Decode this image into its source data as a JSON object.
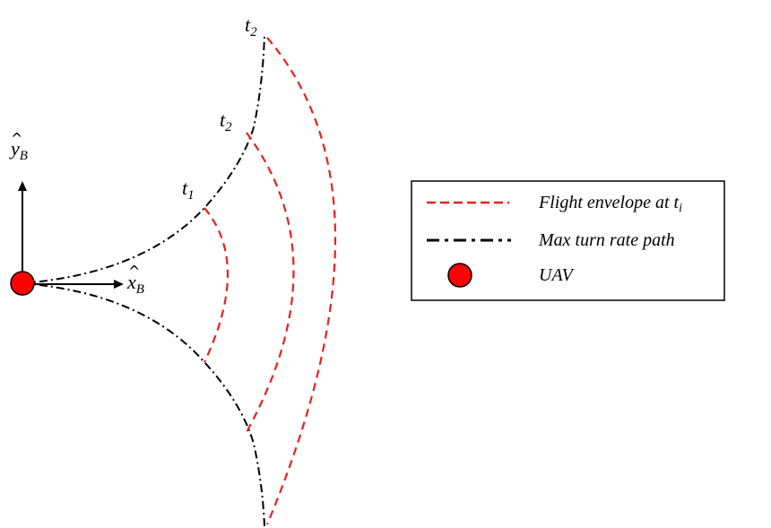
{
  "diagram": {
    "time_labels": [
      {
        "base": "t",
        "sub": "1"
      },
      {
        "base": "t",
        "sub": "2"
      },
      {
        "base": "t",
        "sub": "2"
      }
    ],
    "axes": {
      "x_label": {
        "base": "x",
        "sub": "B"
      },
      "y_label": {
        "base": "y",
        "sub": "B"
      }
    },
    "legend": {
      "items": [
        {
          "label": "Flight envelope at ",
          "label_sub": "t",
          "label_sub_index": "i",
          "style": "red-dashed"
        },
        {
          "label": "Max turn rate path",
          "style": "black-dashdot"
        },
        {
          "label": "UAV",
          "style": "red-circle"
        }
      ]
    },
    "colors": {
      "envelope": "#e8211e",
      "path": "#000000",
      "uav_fill": "#ff0000",
      "uav_stroke": "#000000"
    }
  }
}
